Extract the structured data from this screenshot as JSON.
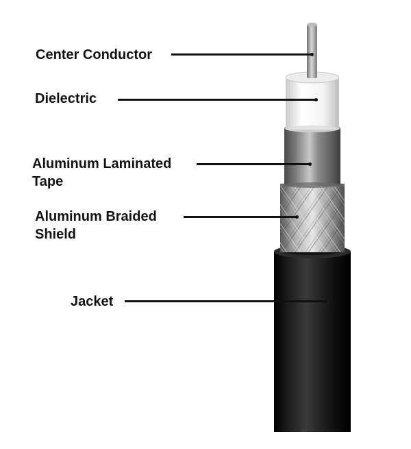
{
  "diagram": {
    "labels": [
      {
        "id": "center-conductor",
        "lines": [
          "Center Conductor"
        ]
      },
      {
        "id": "dielectric",
        "lines": [
          "Dielectric"
        ]
      },
      {
        "id": "aluminum-laminated-tape",
        "lines": [
          "Aluminum Laminated",
          "Tape"
        ]
      },
      {
        "id": "aluminum-braided-shield",
        "lines": [
          "Aluminum Braided",
          "Shield"
        ]
      },
      {
        "id": "jacket",
        "lines": [
          "Jacket"
        ]
      }
    ],
    "colors": {
      "jacket": "#111111",
      "braid": "#9a9a9a",
      "tape": "#8c8c8c",
      "dielectric": "#f2f2f2",
      "conductor": "#a9a9a9",
      "leader": "#111111"
    }
  }
}
